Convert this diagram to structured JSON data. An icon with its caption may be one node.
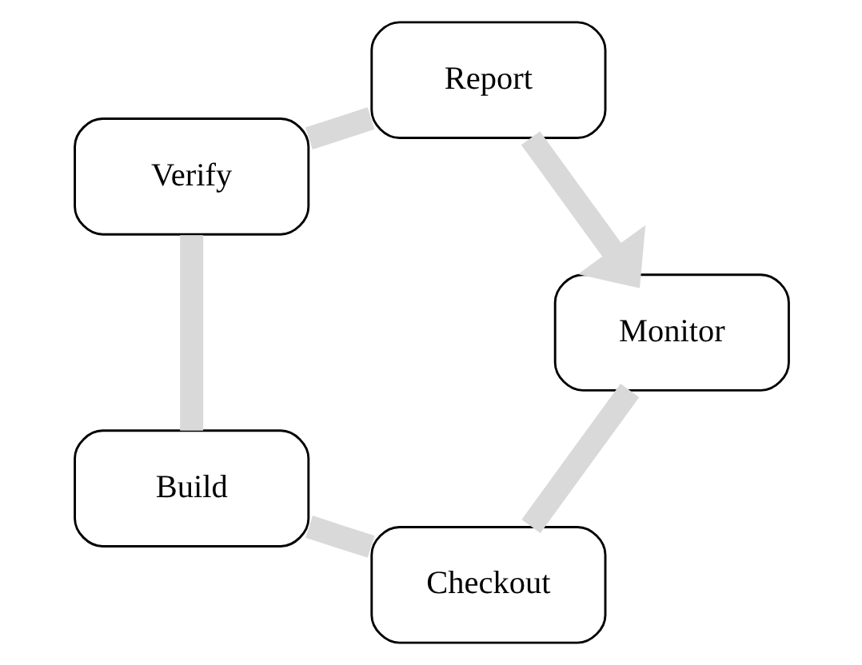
{
  "diagram": {
    "nodes": [
      {
        "text": [
          "Checkout"
        ]
      },
      {
        "text": [
          "Build"
        ]
      },
      {
        "text": [
          "Verify"
        ]
      },
      {
        "text": [
          "Report"
        ]
      },
      {
        "text": [
          "Monitor"
        ]
      }
    ],
    "edges": [
      {
        "from": 0,
        "to": 1,
        "arrow": "none"
      },
      {
        "from": 1,
        "to": 2,
        "arrow": "none"
      },
      {
        "from": 2,
        "to": 3,
        "arrow": "none"
      },
      {
        "from": 3,
        "to": 4,
        "arrow": "to"
      },
      {
        "from": 4,
        "to": 0,
        "arrow": "none"
      }
    ]
  }
}
